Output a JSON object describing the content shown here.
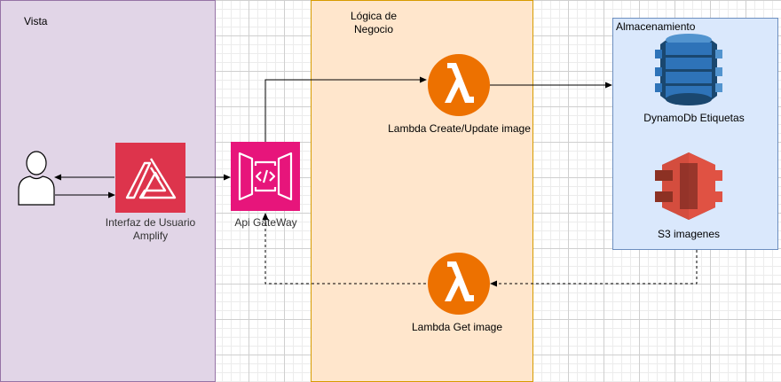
{
  "regions": {
    "vista": "Vista",
    "logica": "Lógica de Negocio",
    "almacenamiento": "Almacenamiento"
  },
  "nodes": {
    "amplify": "Interfaz de Usuario Amplify",
    "api_gateway": "Api GateWay",
    "lambda_create": "Lambda Create/Update image",
    "lambda_get": "Lambda Get image",
    "dynamodb": "DynamoDb Etiquetas",
    "s3": "S3 imagenes"
  },
  "colors": {
    "vista_fill": "#e1d5e7",
    "logica_fill": "#ffe6cc",
    "almacen_fill": "#dae8fc",
    "amplify": "#dd344c",
    "api_gateway": "#e7157b",
    "lambda": "#ed7100",
    "dynamodb": "#2e73b8",
    "s3": "#e05243"
  }
}
